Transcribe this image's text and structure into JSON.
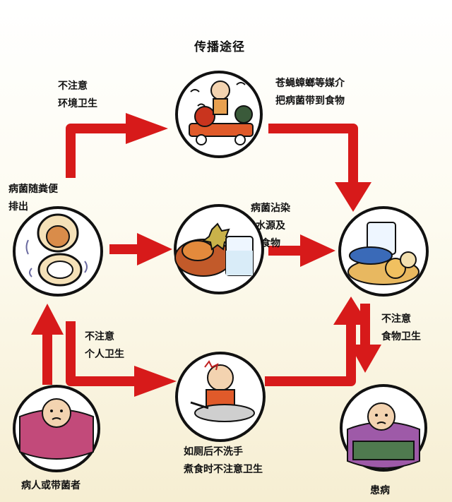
{
  "title": "传播途径",
  "labels": {
    "top_left_1": "不注意",
    "top_left_2": "环境卫生",
    "top_right_1": "苍蝇蟑螂等媒介",
    "top_right_2": "把病菌带到食物",
    "left_1": "病菌随粪便",
    "left_2": "排出",
    "middle_1": "病菌沾染",
    "middle_2": "水源及",
    "middle_3": "食物",
    "right_1": "不注意",
    "right_2": "食物卫生",
    "lower_left_1": "不注意",
    "lower_left_2": "个人卫生",
    "bottom_center_1": "如厕后不洗手",
    "bottom_center_2": "煮食时不注意卫生",
    "patient": "病人或带菌者",
    "sick": "患病"
  },
  "colors": {
    "arrow": "#d71a1a",
    "outline": "#111111"
  }
}
